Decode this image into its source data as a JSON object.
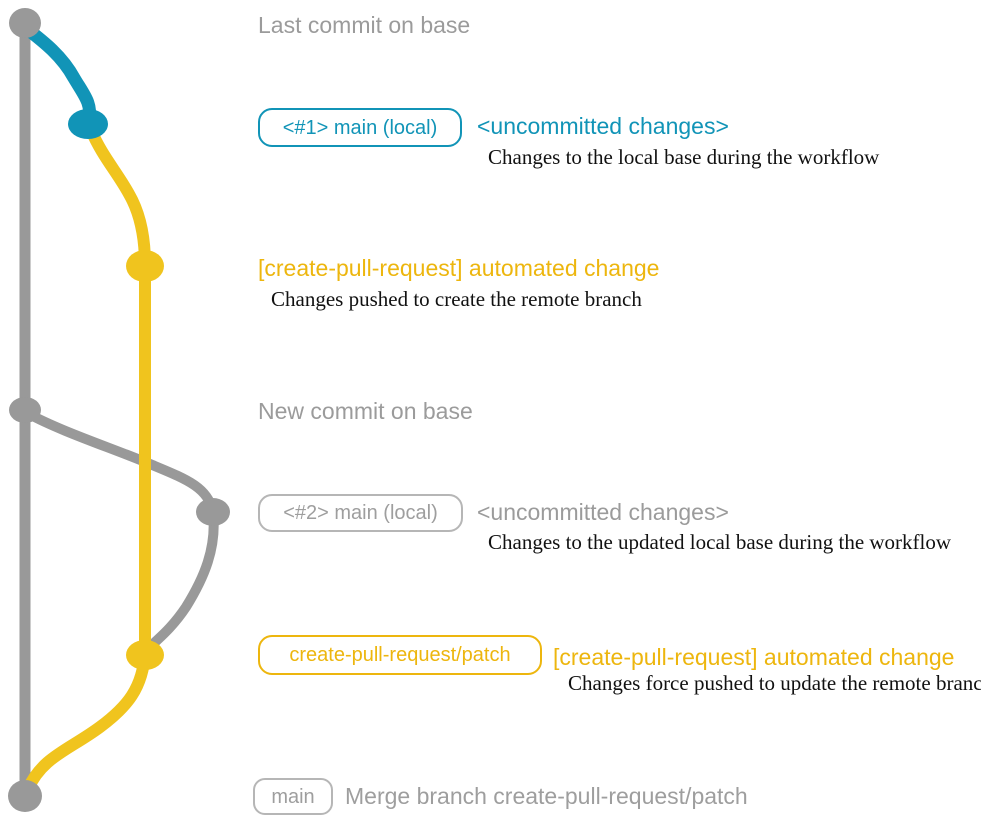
{
  "colors": {
    "base-gray": "#999999",
    "label-gray": "#9b9b9b",
    "border-gray": "#b6b6b6",
    "teal": "#1194b7",
    "yellow-line": "#f0c41e",
    "yellow-text": "#edb60e",
    "desc-black": "#111111"
  },
  "graph": {
    "type": "git-branch-diagram",
    "branches": [
      {
        "name": "base",
        "color": "#999999"
      },
      {
        "name": "main (local)",
        "color": "#1194b7"
      },
      {
        "name": "create-pull-request/patch",
        "color": "#f0c41e"
      }
    ],
    "commits": [
      {
        "id": "last-commit-on-base",
        "branch": "base",
        "label": "Last commit on base"
      },
      {
        "id": "uncommitted-changes-1",
        "branch": "main (local)",
        "label": "<#1> main (local) <uncommitted changes>"
      },
      {
        "id": "automated-change-1",
        "branch": "create-pull-request/patch",
        "label": "[create-pull-request] automated change"
      },
      {
        "id": "new-commit-on-base",
        "branch": "base",
        "label": "New commit on base"
      },
      {
        "id": "uncommitted-changes-2",
        "branch": "main (local)",
        "label": "<#2> main (local) <uncommitted changes>"
      },
      {
        "id": "automated-change-2",
        "branch": "create-pull-request/patch",
        "label": "create-pull-request/patch [create-pull-request] automated change"
      },
      {
        "id": "merge-commit",
        "branch": "base",
        "label": "main Merge branch create-pull-request/patch"
      }
    ]
  },
  "annotations": {
    "last_commit": "Last commit on base",
    "branch1_tag": "<#1> main (local)",
    "uncommitted1": "<uncommitted changes>",
    "desc1": "Changes to the local base during the workflow",
    "auto1": "[create-pull-request] automated change",
    "desc2": "Changes pushed to create the remote branch",
    "new_commit": "New commit on base",
    "branch2_tag": "<#2> main (local)",
    "uncommitted2": "<uncommitted changes>",
    "desc3": "Changes to the updated local base during the workflow",
    "patch_tag": "create-pull-request/patch",
    "auto2": "[create-pull-request] automated change",
    "desc4": "Changes force pushed to update the remote branch",
    "main_tag": "main",
    "merge": "Merge branch create-pull-request/patch"
  }
}
